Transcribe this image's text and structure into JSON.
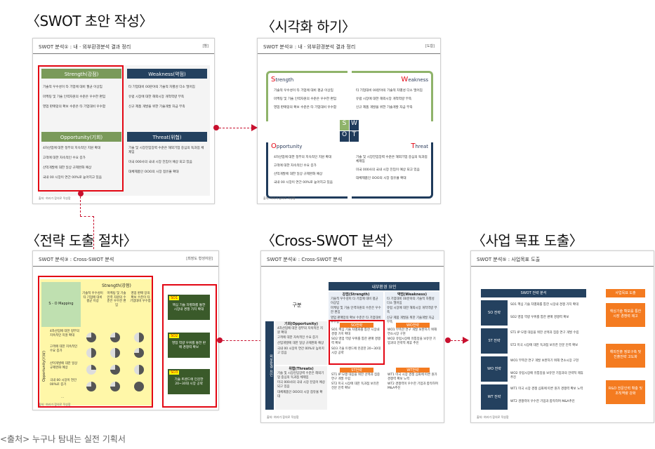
{
  "sections": {
    "s1": "〈SWOT 초안 작성〉",
    "s2": "〈시각화 하기〉",
    "s3": "〈전략 도출 절차〉",
    "s4": "〈Cross-SWOT 분석〉",
    "s5": "〈사업 목표 도출〉"
  },
  "slides": {
    "a": {
      "title": "SWOT 분석① : 내 · 외부환경분석 결과 정리",
      "pg": "[별]",
      "src": "출처: 여러가 참의로 작성함",
      "s_head": "Strength(강점)",
      "w_head": "Weakness(약점)",
      "o_head": "Opportunity(기회)",
      "t_head": "Threat(위협)",
      "s": [
        "기술적 우수성이 타 기업에 대비 월균 이상임",
        "마케팅 및 기술 인력자원의 수준은 우수한 편임",
        "영업 판매망의 확보 수준은 타 기업대비 우수함"
      ],
      "w": [
        "타 기업대비 00분야의 기술적 차별성 다소 떨어짐",
        "유럽 시장에 대한 해외시장 개척역량 부족",
        "신규 제품 개발을 위한 기술개발 자금 부족"
      ],
      "o": [
        "4차산업에 대한 정부의 지속적인 지원 확대",
        "고객에 대한 자속적인 수요 증가",
        "산억개발에 대한 일상 규제완화 예상",
        "국내 00 시장이 연간 00%로 높아지고 있음"
      ],
      "t": [
        "기술 및 시장진입장벽 수준은 해외기업 중심의 독과점 체제임",
        "미국 000사의 국내 시장 진입이 예상 되고 있음",
        "대체제품인 OOO의 시장 점유율 확대"
      ]
    },
    "b": {
      "title": "SWOT 분석② : 내 · 외부환경분석 결과 정리",
      "pg": "[도합]",
      "src": "출처: 여러가 참의로 작성함",
      "s_title": "trength",
      "w_title": "eakness",
      "o_title": "pportunity",
      "t_title": "hreat",
      "sL": "S",
      "wL": "W",
      "oL": "O",
      "tL": "T",
      "s": [
        "기술적 우수성이 타 기업에 대비 평균 이상임",
        "마케팅 및 기술 인력자원의 수준은 우수한 편임",
        "영업 판매망의 확보 수준은 타 기업대비 우수함"
      ],
      "w": [
        "타 기업대비 00분야의 기술적 차별성 다소 떨어짐",
        "유럽 시장에 대한 해외시장 개척역량 부족",
        "신규 제품 개발을 위한 기술개발 자금 부족"
      ],
      "o": [
        "4차산업에 대한 정부의 지속적인 지원 확대",
        "고객에 대한 자속적인 수요 증가",
        "산억개발에 대한 일상 규제완화 예상",
        "국내 00 시장이 연간 00%로 높아지고 있음"
      ],
      "t": [
        "기술 및 시장진입장벽 수준은 해외기업 중심의 독과점 체제임",
        "미국 000사의 국내 시장 진입이 예상 되고 있음",
        "대체제품인 OOO의 시장 점유율 확대"
      ]
    },
    "c": {
      "title": "SWOT 분석③ : Cross-SWOT 분석",
      "pg": "[최장도 형생자원]",
      "src": "출처: 여러가 참의로 작성함",
      "mapping": "S - O Mapping",
      "strength": "Strength(강점)",
      "opp": "Opportunity(기회)",
      "cols": [
        "기술적 우수성이 타 기업에 대비 평균 이상",
        "마케팅 및 기술 인력 자원의 수준은 우수한 편임",
        "영업 판매 망의 확보 수준이 타 기업대비 우수함"
      ],
      "rows": [
        "4차산업에 대한 정부의 지속적인 지원 확대",
        "고객에 대한 지속적인 수요 증가",
        "산억개발에 대한 일상 규제완화 예상",
        "국내 00 시장이 연간 00%로 증가",
        "..."
      ],
      "so": [
        {
          "tag": "SO1",
          "txt": "핵심 기술 차별화를 통한 시장내 경쟁 가치 확대"
        },
        {
          "tag": "SO2",
          "txt": "영업 역량 우위를 통한 판매 경쟁력 확보"
        },
        {
          "tag": "SO3",
          "txt": "기술 트렌드에 민감한 20~30대 시장 공략"
        }
      ]
    },
    "d": {
      "title": "SWOT 분석④ : Cross-SWOT 분석",
      "src": "출처: 여러가 참의로 작성함",
      "internal": "내부환경 요인",
      "external": "외부환경 요인",
      "gubun": "구분",
      "s_h": "강점(Strength)",
      "w_h": "약점(Weakness)",
      "s": [
        "기술적 우수성이 타 기업에 대비 평균 이상임",
        "마케팅 및 기술 인력자원의 수준은 우수한 편임",
        "영업 판매망의 확보 수준은 타 기업대비 우수함"
      ],
      "w": [
        "타 기업대비 00분야의 기술적 차별성 다소 떨어짐",
        "유럽 시장에 대한 해외시장 개척역량 부족",
        "신규 제품 개발을 위한 기술개발 자금 부족"
      ],
      "o_h": "기회(Opportunity)",
      "t_h": "위협(Threats)",
      "o": [
        "4차산업에 대한 정부의 지속적인 지원 확대",
        "고객에 대한 자속적인 수요 증가",
        "산업개발에 대한 일상 규제완화 예상",
        "국내 00 시장이 연간 00%로 높아지고 있음"
      ],
      "t": [
        "기술 및 시장진입장벽 수준은 해외기업 중심의 독과점 체제임",
        "미국 000사의 국내 시장 진입이 예상 되고 있음",
        "대체제품인 OOO의 시장 점유율 확대"
      ],
      "so_h": "SO전략",
      "wo_h": "WO전략",
      "st_h": "ST전략",
      "wt_h": "WT전략",
      "so": [
        "SO1 핵심 기술 차별화를 통한 시장내 경쟁 가치 확대",
        "SO2 영업 역량 우위를 통한 판매 경쟁력 확보",
        "SO3 기술 트렌드에 민감한 20~30대 시장 공략"
      ],
      "wo": [
        "WO1 부족한 연구 개발 보완하기 위해 연소시장 구현",
        "WO2 유럽시장에 유통망을 보유한 기업과의 전략적 제휴 추진"
      ],
      "st": [
        "ST1 IP 모쟁 대응을 위한 선택과 집중 연구 개발 수립",
        "ST2 미국 시장에 대한 독과점 보유한 전문 인력 확보"
      ],
      "wt": [
        "WT1 미국 시장 경쟁 심화에 따른 원가 경쟁력 확보 노력",
        "WT2 경쟁력이 우수한 기업과 합작하여 M&A추진"
      ]
    },
    "e": {
      "title": "SWOT 분석⑤ : 사업목표 도출",
      "src": "출처: 여러가 참의로 작성함",
      "strat_h": "SWOT 전략 분석",
      "goal_h": "사업목표 도출",
      "groups": [
        {
          "n": "SO 전략",
          "items": [
            "SO1 핵심 기술 차별화를 통한 시장내 경쟁 가치 확대",
            "SO2 영업 역량 우위를 통한 판매 경쟁력 확보"
          ]
        },
        {
          "n": "ST 전략",
          "items": [
            "ST1 IP 모쟁 대응을 위한 선택과 집중 연구 개발 수립",
            "ST2 미국 시장에 대한 독과점 보유한 전문 인력 확보"
          ]
        },
        {
          "n": "WO 전략",
          "items": [
            "WO1 부족한 연구 개발 보완하기 위해 연소시장 구현",
            "WO2 유럽시장에 유통망을 보유한 기업과의 전략적 제휴 추진"
          ]
        },
        {
          "n": "WT 전략",
          "items": [
            "WT1 미국 시장 경쟁 심화에 따른 원가 경쟁력 확보 노력",
            "WT2 경쟁력이 우수한 기업과 합작하여 M&A추진"
          ]
        }
      ],
      "goals": [
        "핵심기술 확보를 통한 시장 경쟁력 제고",
        "해외진출 정보구축 및 진출전략 고도화",
        "R&D 전문인력 확충 및 조직역량 강화"
      ]
    }
  },
  "footer": "<출처> 누구나 탐내는 실전 기획서",
  "colors": {
    "green": "#8fb36a",
    "navy": "#1f3b5b",
    "red": "#e30613",
    "orange": "#f47b20",
    "yellow": "#fff59a"
  }
}
